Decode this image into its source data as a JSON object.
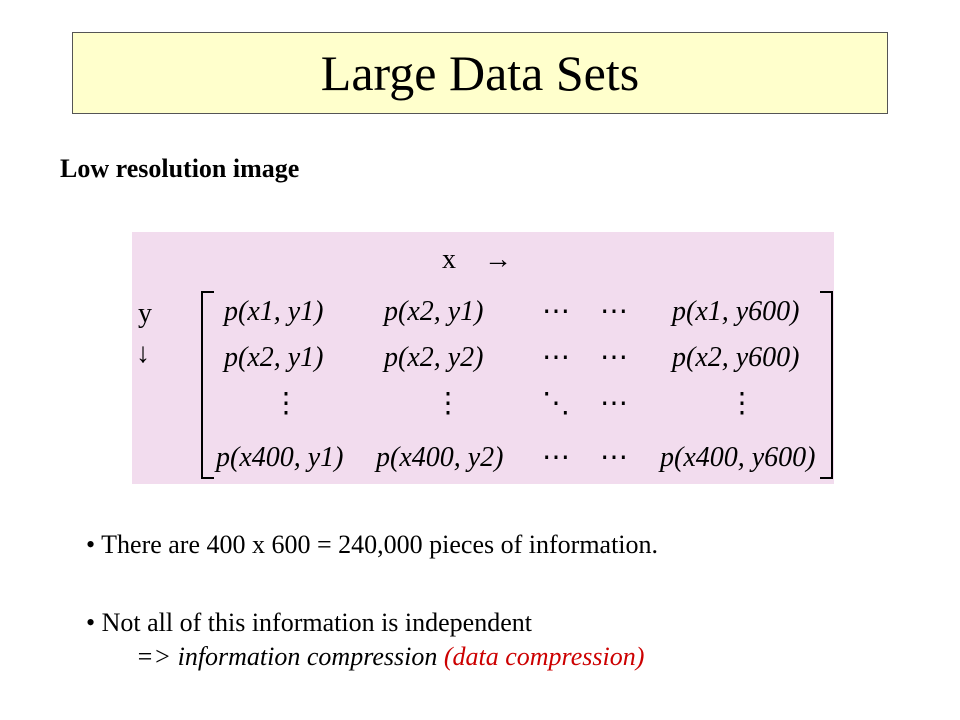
{
  "slide": {
    "title": "Large Data Sets",
    "subtitle": "Low resolution image"
  },
  "matrix": {
    "x_axis_label": "x",
    "x_arrow": "→",
    "y_axis_label": "y",
    "y_arrow": "↓",
    "rows": [
      [
        "p(x1, y1)",
        "p(x2, y1)",
        "⋯",
        "⋯",
        "p(x1, y600)"
      ],
      [
        "p(x2, y1)",
        "p(x2, y2)",
        "⋯",
        "⋯",
        "p(x2, y600)"
      ],
      [
        "⋮",
        "⋮",
        "⋱",
        "⋯",
        "⋮"
      ],
      [
        "p(x400, y1)",
        "p(x400, y2)",
        "⋯",
        "⋯",
        "p(x400, y600)"
      ]
    ]
  },
  "bullets": {
    "item1": "There are 400 x 600 = 240,000 pieces of information.",
    "item2": "Not all of this information is independent",
    "item2_implication": "=> information compression",
    "item2_note": "(data compression)",
    "bullet_glyph": "•"
  },
  "colors": {
    "title_background": "#ffffcc",
    "matrix_background": "#f2dcee",
    "note_color": "#cc0000"
  }
}
